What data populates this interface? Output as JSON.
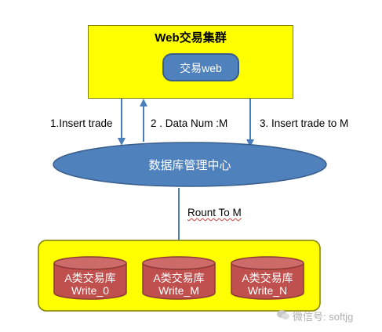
{
  "cluster": {
    "title": "Web交易集群",
    "inner_label": "交易web"
  },
  "arrows": {
    "insert_trade": "1.Insert trade",
    "data_num": "2 . Data Num :M",
    "insert_trade_to_m": "3. Insert trade to M",
    "rount_to_m": "Rount To M"
  },
  "center": {
    "label": "数据库管理中心"
  },
  "databases": [
    {
      "name": "A类交易库",
      "sub": "Write_0"
    },
    {
      "name": "A类交易库",
      "sub": "Write_M"
    },
    {
      "name": "A类交易库",
      "sub": "Write_N"
    }
  ],
  "watermark": "微信号: softjg",
  "colors": {
    "yellow": "#ffff00",
    "blue": "#4f81bd",
    "blue_dark": "#385d8a",
    "red": "#c0504d",
    "red_dark": "#8c3836"
  }
}
